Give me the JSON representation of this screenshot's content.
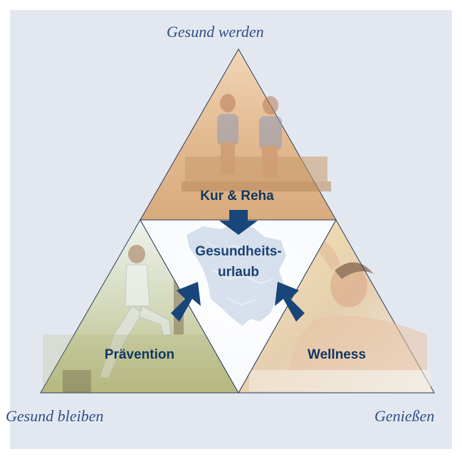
{
  "captions": {
    "top": "Gesund werden",
    "left": "Gesund bleiben",
    "right": "Genießen"
  },
  "sectors": {
    "top": "Kur & Reha",
    "left": "Prävention",
    "right": "Wellness"
  },
  "center": {
    "line1": "Gesundheits-",
    "line2": "urlaub"
  },
  "colors": {
    "background": "#e3e8f0",
    "caption": "#2f4f86",
    "arrow": "#18457a",
    "label": "#11365f"
  },
  "icons": {
    "arrows": "block-arrow-icon",
    "map": "region-map-icon"
  }
}
